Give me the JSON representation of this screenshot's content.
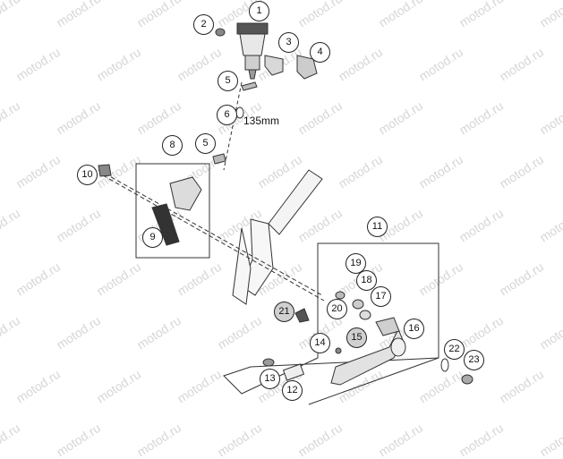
{
  "watermark": {
    "text": "motod.ru"
  },
  "dimension_label": "135mm",
  "callouts": [
    {
      "label": "1"
    },
    {
      "label": "2"
    },
    {
      "label": "3"
    },
    {
      "label": "4"
    },
    {
      "label": "5"
    },
    {
      "label": "6"
    },
    {
      "label": "5"
    },
    {
      "label": "8"
    },
    {
      "label": "10"
    },
    {
      "label": "9"
    },
    {
      "label": "11"
    },
    {
      "label": "19"
    },
    {
      "label": "18"
    },
    {
      "label": "17"
    },
    {
      "label": "20"
    },
    {
      "label": "21"
    },
    {
      "label": "16"
    },
    {
      "label": "14"
    },
    {
      "label": "15"
    },
    {
      "label": "22"
    },
    {
      "label": "23"
    },
    {
      "label": "13"
    },
    {
      "label": "12"
    }
  ]
}
